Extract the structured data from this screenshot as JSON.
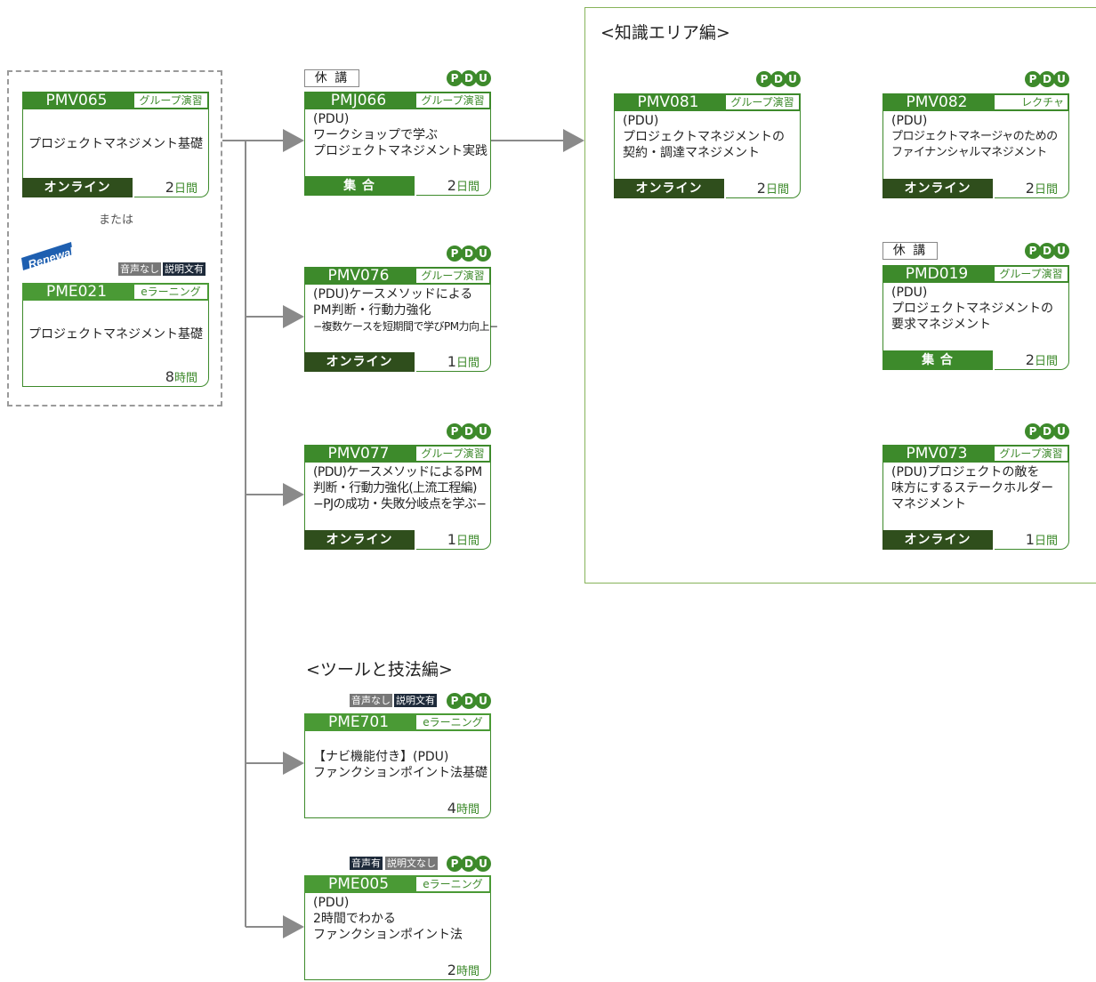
{
  "sections": {
    "knowledge_area": "<知識エリア編>",
    "tools": "<ツールと技法編>"
  },
  "or_label": "または",
  "renewal_label": "Renewal",
  "pdu": {
    "p": "P",
    "d": "D",
    "u": "U"
  },
  "kyuko_label": "休 講",
  "audio": {
    "no_sound": "音声なし",
    "with_sound": "音声有",
    "with_text": "説明文有",
    "no_text": "説明文なし"
  },
  "colors": {
    "green": "#3d8a2b",
    "dark_green": "#2f4e1c",
    "border_gray": "#9a9a9a",
    "area_border": "#87b35a"
  },
  "courses": {
    "pmv065": {
      "code": "PMV065",
      "method": "グループ演習",
      "lines": [
        "プロジェクトマネジメント基礎"
      ],
      "mode": "オンライン",
      "num": "2",
      "unit": "日間"
    },
    "pme021": {
      "code": "PME021",
      "method": "eラーニング",
      "lines": [
        "プロジェクトマネジメント基礎"
      ],
      "mode": "",
      "num": "8",
      "unit": "時間"
    },
    "pmj066": {
      "code": "PMJ066",
      "method": "グループ演習",
      "lines": [
        "(PDU)",
        "ワークショップで学ぶ",
        "プロジェクトマネジメント実践"
      ],
      "mode": "集 合",
      "num": "2",
      "unit": "日間"
    },
    "pmv076": {
      "code": "PMV076",
      "method": "グループ演習",
      "lines": [
        "(PDU)ケースメソッドによる",
        "PM判断・行動力強化",
        "−複数ケースを短期間で学びPM力向上−"
      ],
      "mode": "オンライン",
      "num": "1",
      "unit": "日間"
    },
    "pmv077": {
      "code": "PMV077",
      "method": "グループ演習",
      "lines": [
        "(PDU)ケースメソッドによるPM",
        "判断・行動力強化(上流工程編)",
        "−PJの成功・失敗分岐点を学ぶ−"
      ],
      "mode": "オンライン",
      "num": "1",
      "unit": "日間"
    },
    "pme701": {
      "code": "PME701",
      "method": "eラーニング",
      "lines": [
        "【ナビ機能付き】(PDU)",
        "ファンクションポイント法基礎"
      ],
      "mode": "",
      "num": "4",
      "unit": "時間"
    },
    "pme005": {
      "code": "PME005",
      "method": "eラーニング",
      "lines": [
        "(PDU)",
        "2時間でわかる",
        "ファンクションポイント法"
      ],
      "mode": "",
      "num": "2",
      "unit": "時間"
    },
    "pmv081": {
      "code": "PMV081",
      "method": "グループ演習",
      "lines": [
        "(PDU)",
        "プロジェクトマネジメントの",
        "契約・調達マネジメント"
      ],
      "mode": "オンライン",
      "num": "2",
      "unit": "日間"
    },
    "pmv082": {
      "code": "PMV082",
      "method": "レクチャ",
      "lines": [
        "(PDU)",
        "プロジェクトマネージャのための",
        "ファイナンシャルマネジメント"
      ],
      "mode": "オンライン",
      "num": "2",
      "unit": "日間"
    },
    "pmd019": {
      "code": "PMD019",
      "method": "グループ演習",
      "lines": [
        "(PDU)",
        "プロジェクトマネジメントの",
        "要求マネジメント"
      ],
      "mode": "集 合",
      "num": "2",
      "unit": "日間"
    },
    "pmv073": {
      "code": "PMV073",
      "method": "グループ演習",
      "lines": [
        "(PDU)プロジェクトの敵を",
        "味方にするステークホルダー",
        "マネジメント"
      ],
      "mode": "オンライン",
      "num": "1",
      "unit": "日間"
    }
  }
}
